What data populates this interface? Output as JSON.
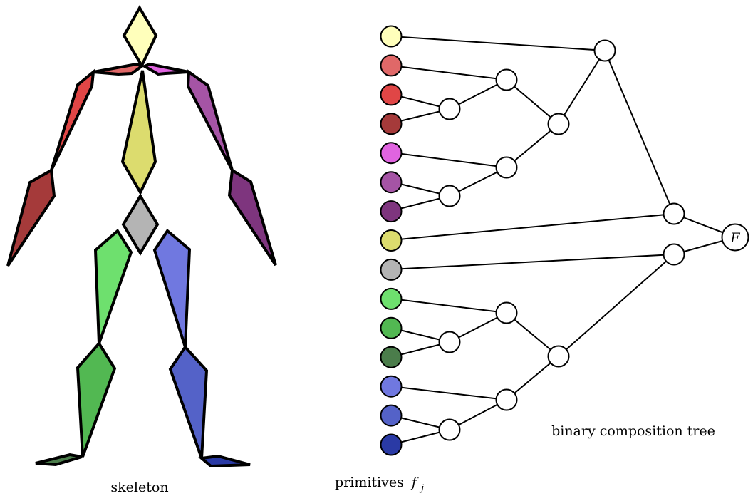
{
  "labels": {
    "skeleton": "skeleton",
    "primitives": "primitives",
    "primitives_symbol": "f",
    "primitives_subscript": "j",
    "tree": "binary composition tree",
    "root": "F"
  },
  "colors": {
    "head": "#ffffbb",
    "shoulder_left": "#e06868",
    "upper_arm_left": "#e04646",
    "forearm_left": "#a53a3a",
    "shoulder_right": "#e064e0",
    "upper_arm_right": "#a554a5",
    "forearm_right": "#7e357e",
    "torso": "#dcdc6e",
    "pelvis": "#b4b4b4",
    "thigh_left": "#6ee06e",
    "shin_left": "#52b852",
    "foot_left": "#4b7d4b",
    "thigh_right": "#7078e0",
    "shin_right": "#5462c8",
    "foot_right": "#2a3aa5"
  },
  "primitives": [
    {
      "name": "head",
      "color": "#ffffbb"
    },
    {
      "name": "shoulder-left",
      "color": "#e06868"
    },
    {
      "name": "upper-arm-left",
      "color": "#e04646"
    },
    {
      "name": "forearm-left",
      "color": "#a53a3a"
    },
    {
      "name": "shoulder-right",
      "color": "#e064e0"
    },
    {
      "name": "upper-arm-right",
      "color": "#a554a5"
    },
    {
      "name": "forearm-right",
      "color": "#7e357e"
    },
    {
      "name": "torso",
      "color": "#dcdc6e"
    },
    {
      "name": "pelvis",
      "color": "#b4b4b4"
    },
    {
      "name": "thigh-left",
      "color": "#6ee06e"
    },
    {
      "name": "shin-left",
      "color": "#52b852"
    },
    {
      "name": "foot-left",
      "color": "#4b7d4b"
    },
    {
      "name": "thigh-right",
      "color": "#7078e0"
    },
    {
      "name": "shin-right",
      "color": "#5462c8"
    },
    {
      "name": "foot-right",
      "color": "#2a3aa5"
    }
  ]
}
